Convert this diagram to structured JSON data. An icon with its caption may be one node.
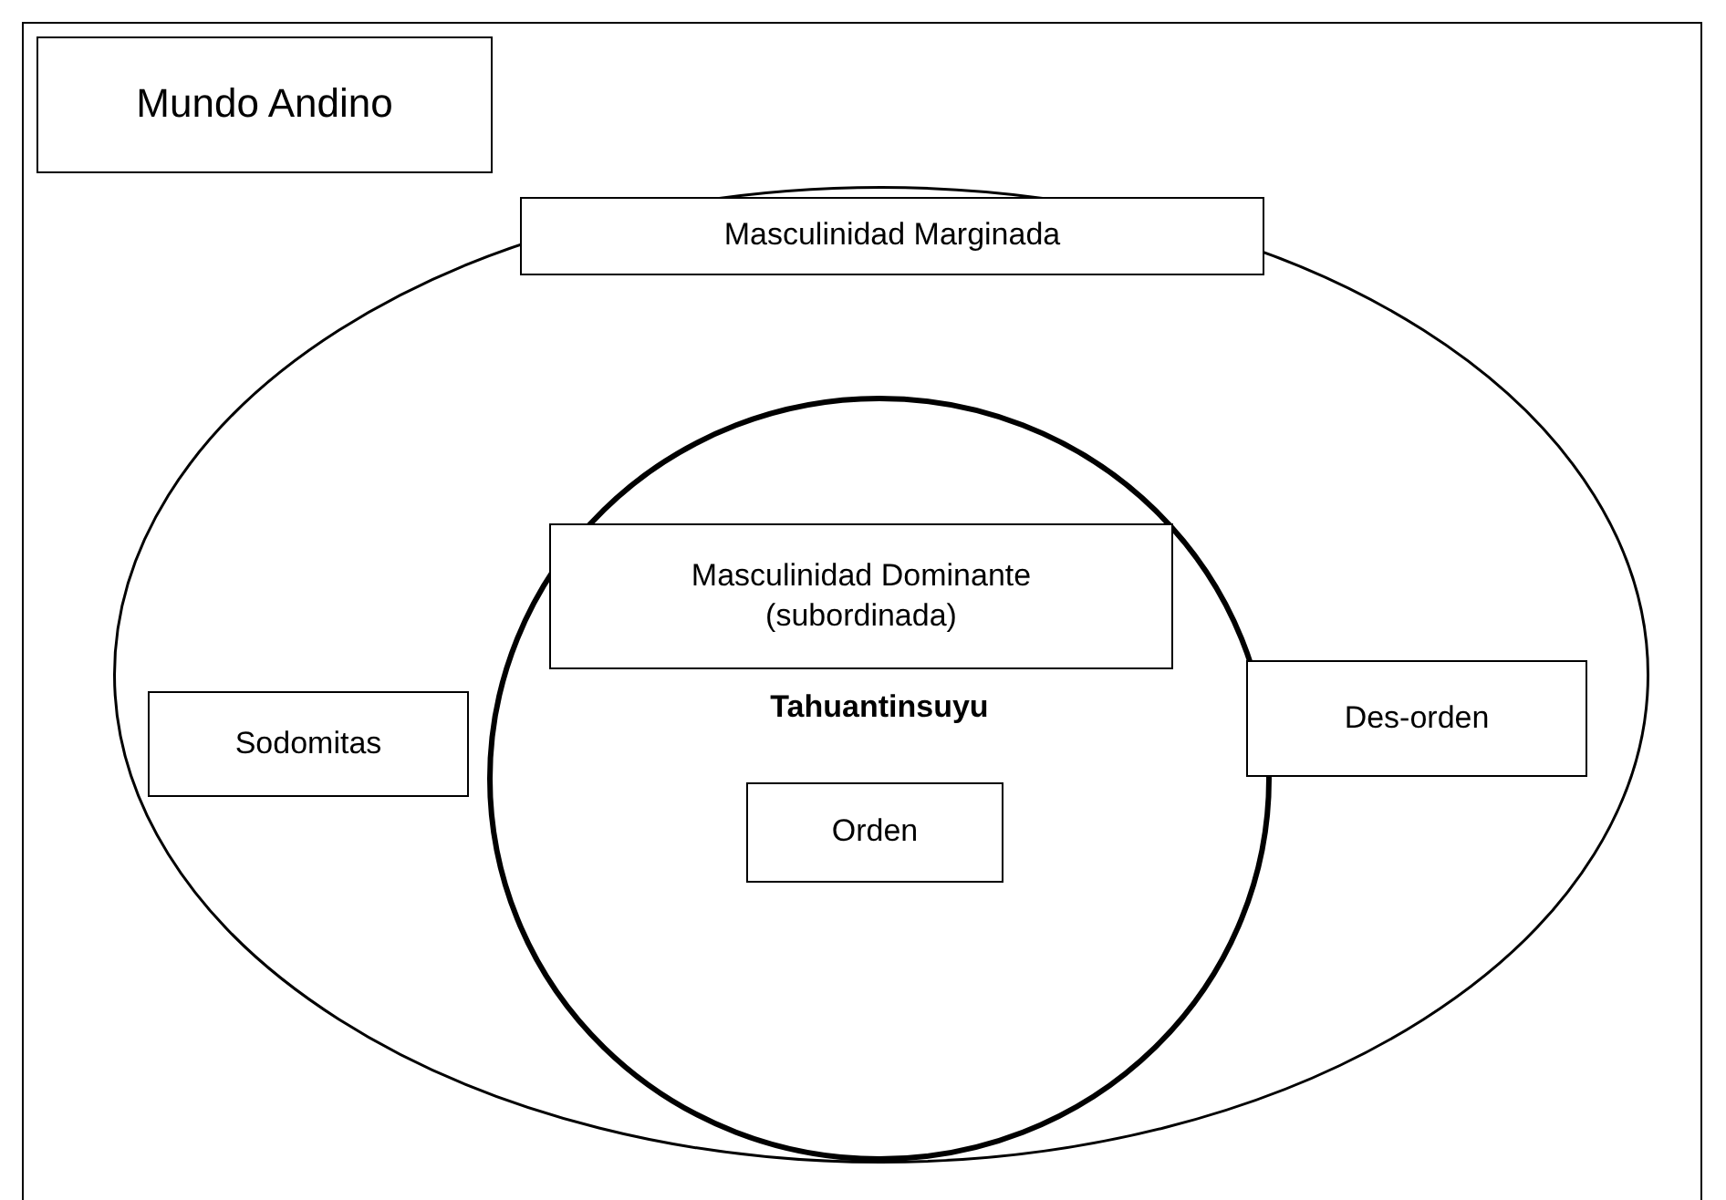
{
  "diagram": {
    "nodes": [
      {
        "text": [
          "Mundo Andino"
        ]
      },
      {
        "text": [],
        "shape": "ellipse"
      },
      {
        "text": [
          "Masculinidad Marginada"
        ],
        "in": 1
      },
      {
        "text": [
          "Tahuantinsuyu"
        ],
        "in": 1
      },
      {
        "text": [
          "Masculinidad Dominante (subordinada)"
        ],
        "in": 3
      },
      {
        "text": [
          "Orden"
        ],
        "in": 3
      },
      {
        "text": [
          "Sodomitas"
        ],
        "in": 1
      },
      {
        "text": [
          "Des-orden"
        ],
        "in": 1
      }
    ]
  }
}
